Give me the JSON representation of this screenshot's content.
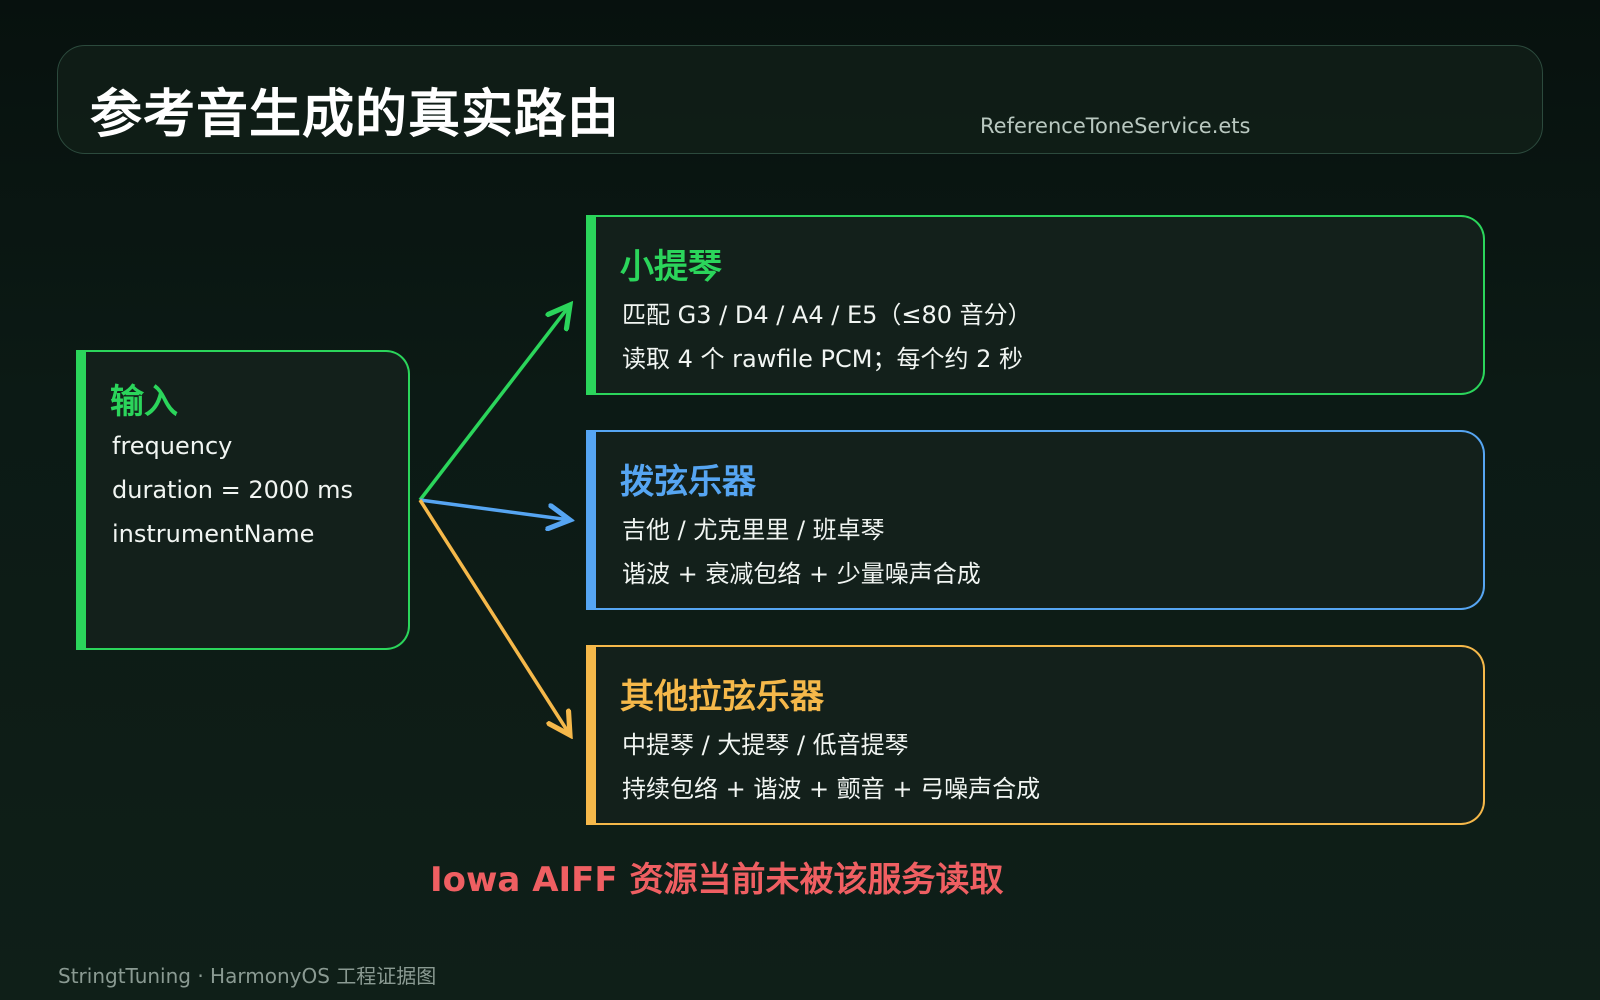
{
  "header": {
    "title": "参考音生成的真实路由",
    "source_file": "ReferenceToneService.ets"
  },
  "input": {
    "title": "输入",
    "lines": [
      "frequency",
      "duration = 2000 ms",
      "instrumentName"
    ]
  },
  "routes": [
    {
      "title": "小提琴",
      "lines": [
        "匹配 G3 / D4 / A4 / E5（≤80 音分）",
        "读取 4 个 rawfile PCM；每个约 2 秒"
      ],
      "color": "#2bd55b"
    },
    {
      "title": "拨弦乐器",
      "lines": [
        "吉他 / 尤克里里 / 班卓琴",
        "谐波 + 衰减包络 + 少量噪声合成"
      ],
      "color": "#56a5f2"
    },
    {
      "title": "其他拉弦乐器",
      "lines": [
        "中提琴 / 大提琴 / 低音提琴",
        "持续包络 + 谐波 + 颤音 + 弓噪声合成"
      ],
      "color": "#f5b84a"
    }
  ],
  "warning": "Iowa AIFF 资源当前未被该服务读取",
  "footer": "StringtTuning · HarmonyOS 工程证据图",
  "colors": {
    "accent_green": "#2bd55b",
    "accent_blue": "#56a5f2",
    "accent_orange": "#f5b84a",
    "warning_red": "#ef5f62"
  }
}
